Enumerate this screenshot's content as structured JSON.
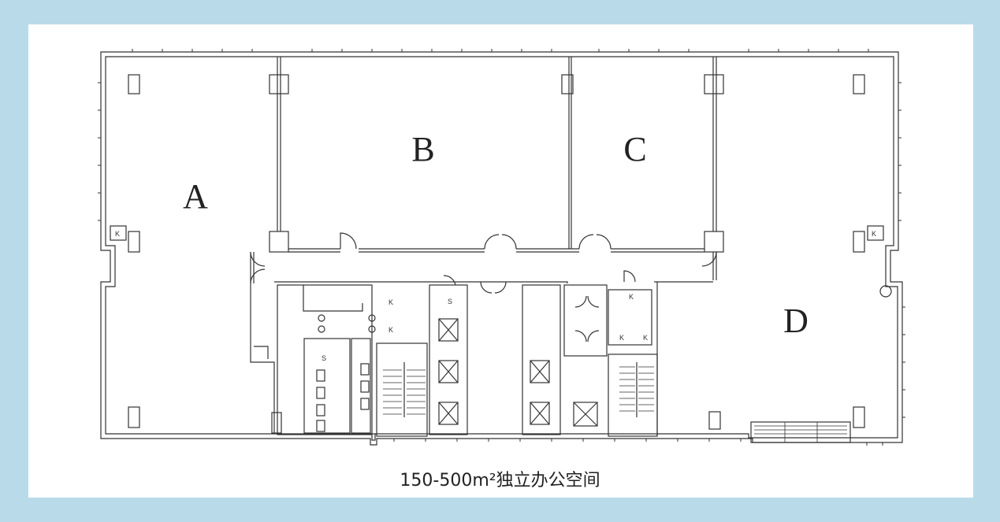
{
  "plan": {
    "units": {
      "a": "A",
      "b": "B",
      "c": "C",
      "d": "D"
    },
    "caption": "150-500m²独立办公空间",
    "colors": {
      "background": "#b9dbe9",
      "card": "#ffffff",
      "line": "#333333"
    }
  }
}
